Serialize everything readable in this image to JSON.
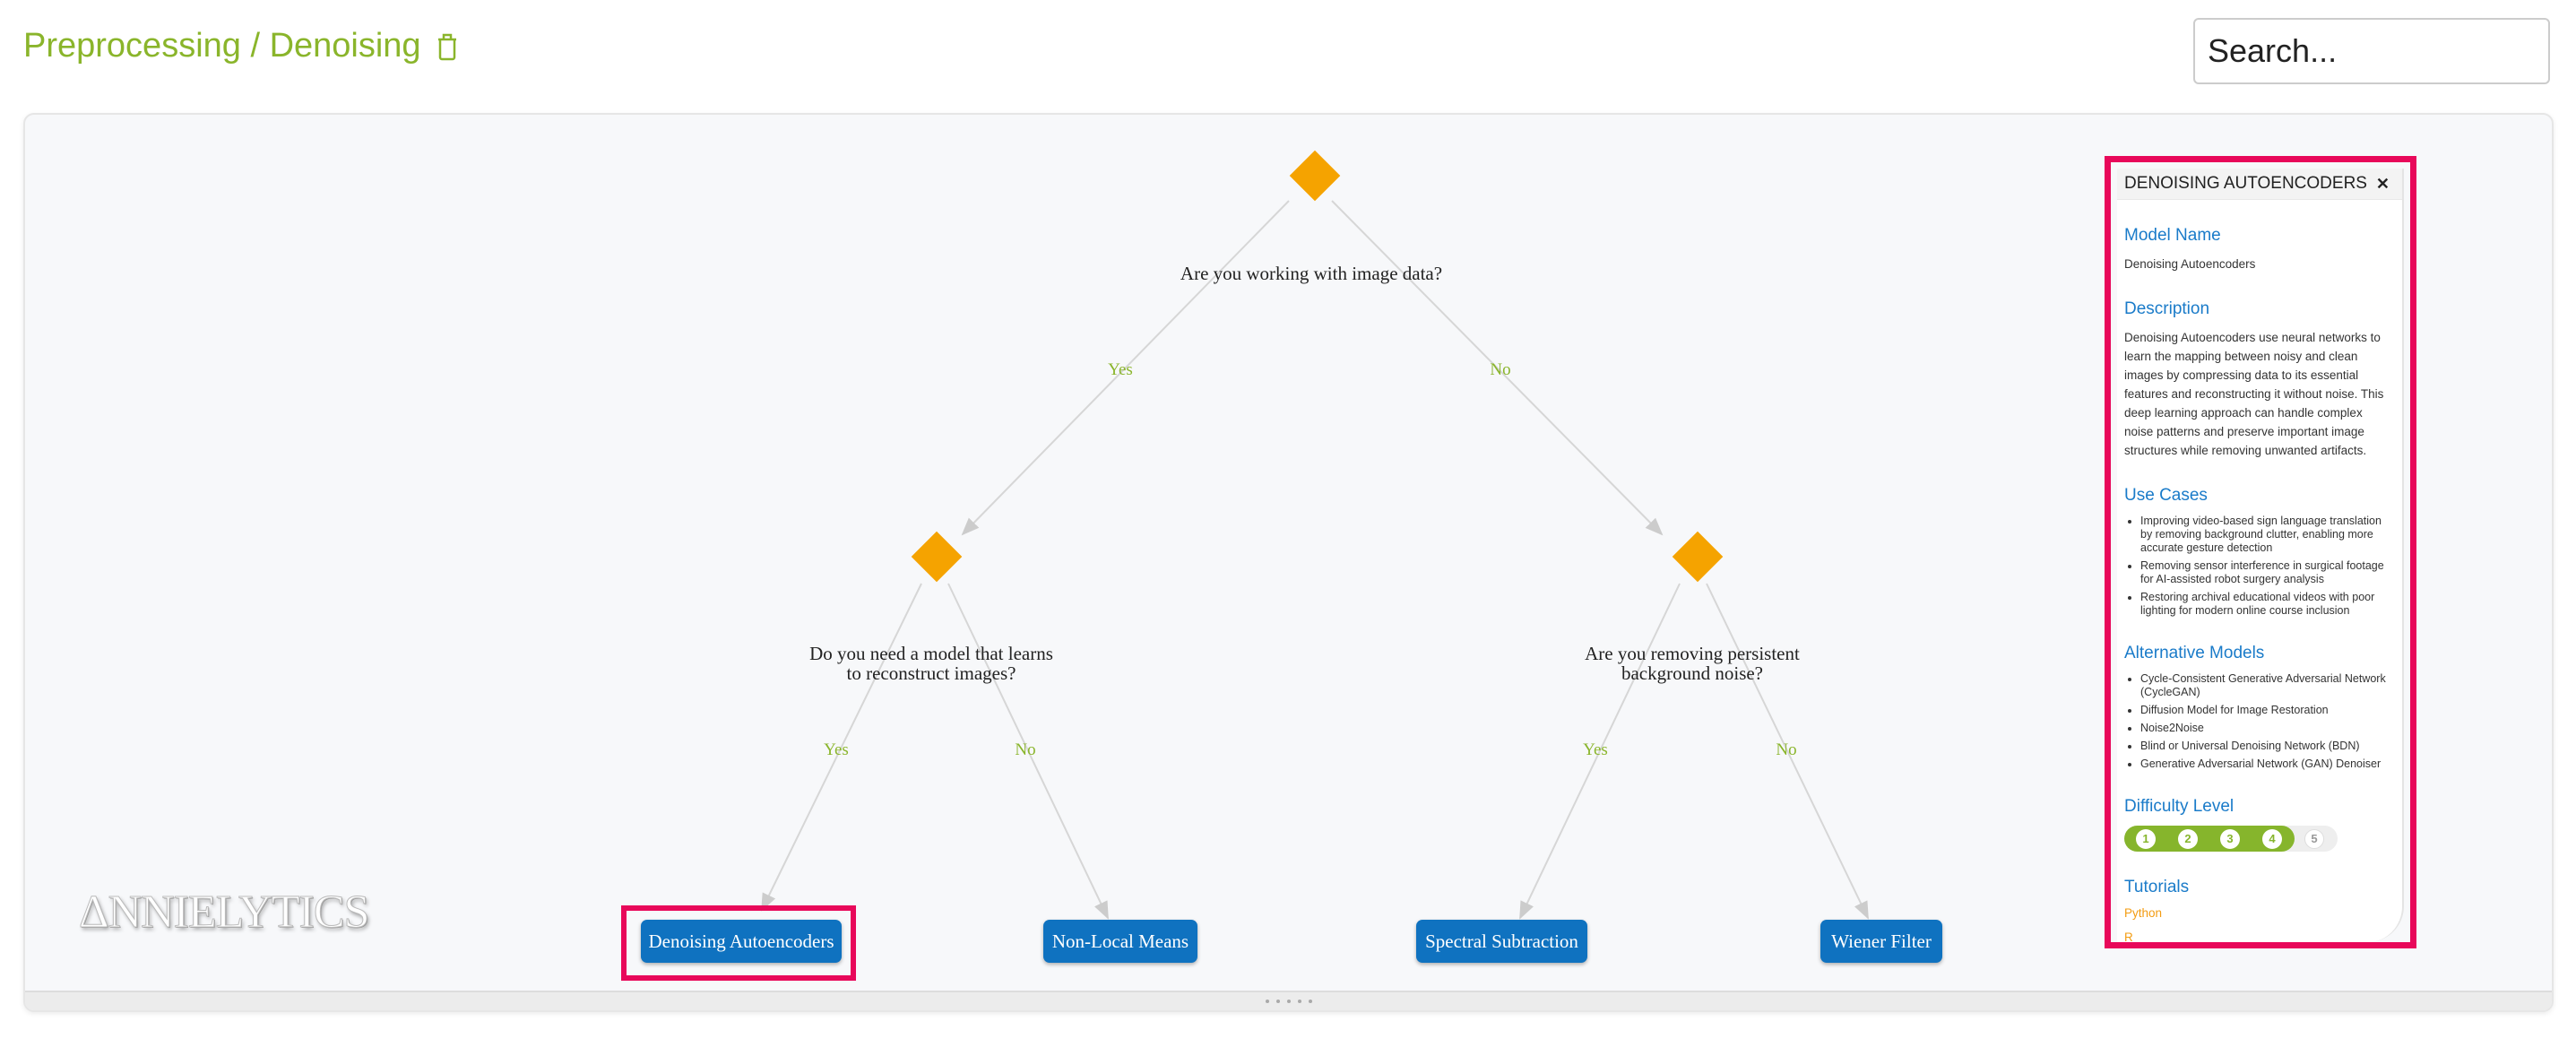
{
  "header": {
    "title": "Preprocessing / Denoising",
    "trash_icon": "trash-icon",
    "search_placeholder": "Search..."
  },
  "colors": {
    "accent_green": "#8ab52b",
    "node_orange": "#f5a300",
    "leaf_blue": "#0f72c0",
    "highlight": "#e8085a",
    "heading_blue": "#1a7bc9"
  },
  "tree": {
    "q1": "Are you working with image data?",
    "q2": "Do you need a model that learns to reconstruct images?",
    "q3": "Are you removing persistent background noise?",
    "yes": "Yes",
    "no": "No",
    "leaves": [
      "Denoising Autoencoders",
      "Non-Local Means",
      "Spectral Subtraction",
      "Wiener Filter"
    ]
  },
  "logo": "ANNIELYTICS",
  "panel": {
    "header": "DENOISING AUTOENCODERS",
    "model_name_heading": "Model Name",
    "model_name": "Denoising Autoencoders",
    "description_heading": "Description",
    "description": "Denoising Autoencoders use neural networks to learn the mapping between noisy and clean images by compressing data to its essential features and reconstructing it without noise. This deep learning approach can handle complex noise patterns and preserve important image structures while removing unwanted artifacts.",
    "use_cases_heading": "Use Cases",
    "use_cases": [
      "Improving video-based sign language translation by removing background clutter, enabling more accurate gesture detection",
      "Removing sensor interference in surgical footage for AI-assisted robot surgery analysis",
      "Restoring archival educational videos with poor lighting for modern online course inclusion"
    ],
    "alternatives_heading": "Alternative Models",
    "alternatives": [
      "Cycle-Consistent Generative Adversarial Network (CycleGAN)",
      "Diffusion Model for Image Restoration",
      "Noise2Noise",
      "Blind or Universal Denoising Network (BDN)",
      "Generative Adversarial Network (GAN) Denoiser"
    ],
    "difficulty_heading": "Difficulty Level",
    "difficulty_levels": [
      "1",
      "2",
      "3",
      "4",
      "5"
    ],
    "difficulty_value": 4,
    "tutorials_heading": "Tutorials",
    "tutorials": [
      "Python",
      "R"
    ]
  }
}
